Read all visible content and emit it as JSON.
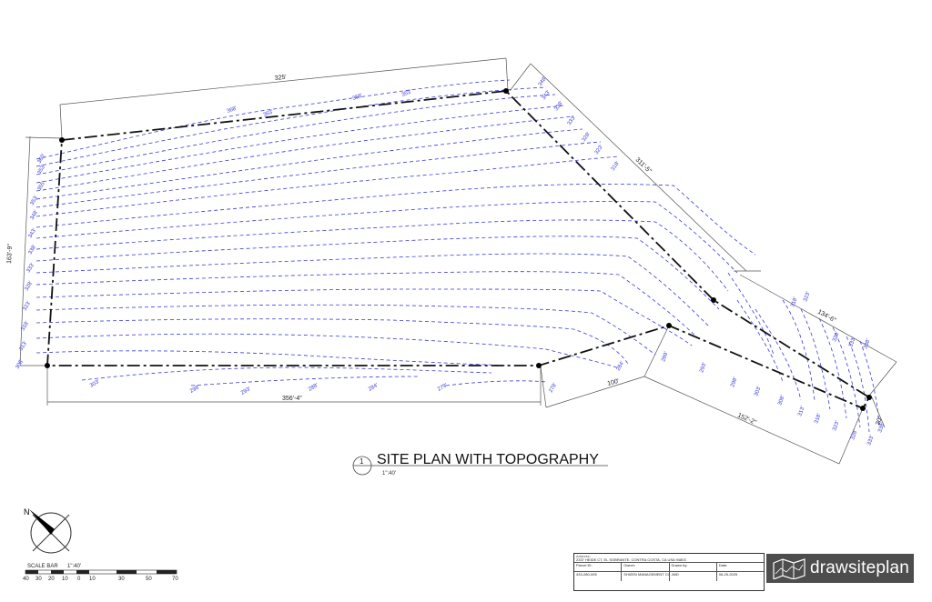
{
  "title": {
    "number": "1",
    "text": "SITE PLAN WITH TOPOGRAPHY",
    "scale": "1\":40'"
  },
  "dimensions": {
    "top": "325'",
    "left": "163'-9\"",
    "bottom": "356'-4\"",
    "right_upper": "311'-5\"",
    "right_lower": "134'-6\"",
    "lower_right": "152'-2\"",
    "jog": "100'",
    "tip": "20'"
  },
  "elevations": {
    "left_edge": [
      "360'",
      "353'",
      "355'",
      "353'",
      "348'",
      "343'",
      "338'",
      "333'",
      "328'",
      "323'",
      "318'",
      "313'",
      "308'"
    ],
    "top_edge": [
      "368'",
      "363'",
      "358'",
      "353'"
    ],
    "right_upper_edge": [
      "348'",
      "343'",
      "338'",
      "333'",
      "328'",
      "323'",
      "318'"
    ],
    "bottom_edge": [
      "303'",
      "298'",
      "293'",
      "288'",
      "284'",
      "279'",
      "278'",
      "284'"
    ],
    "lower_right_edge": [
      "289'",
      "293'",
      "298'",
      "303'",
      "308'",
      "313'",
      "318'",
      "323'",
      "328'",
      "333'",
      "338'"
    ],
    "right_tip": [
      "318'",
      "323'",
      "328'",
      "333'",
      "338'"
    ]
  },
  "scale_bar": {
    "label": "SCALE BAR",
    "scale": "1\":40'",
    "ticks": [
      "40",
      "30",
      "20",
      "10",
      "0",
      "10",
      "30",
      "50",
      "70"
    ]
  },
  "title_block": {
    "address_caption": "Address:",
    "address": "2337 HEIDE CT, EL SOBRANTE, CONTRA COSTA, CA USA 94803",
    "parcel_caption": "Parcel ID:",
    "parcel": "433-280-005",
    "owner_caption": "Owner:",
    "owner": "SHIZEN MANAGEMENT COMPANY INC",
    "drawn_caption": "Drawn by:",
    "drawn": "JMD",
    "date_caption": "Date:",
    "date": "06-25-2025"
  },
  "logo": {
    "text": "drawsiteplan",
    "icon": "map-fold-icon"
  },
  "colors": {
    "contour": "#3a3adf",
    "boundary": "#111111",
    "dimension": "#555555",
    "logo_bg": "#4d4d4d"
  }
}
